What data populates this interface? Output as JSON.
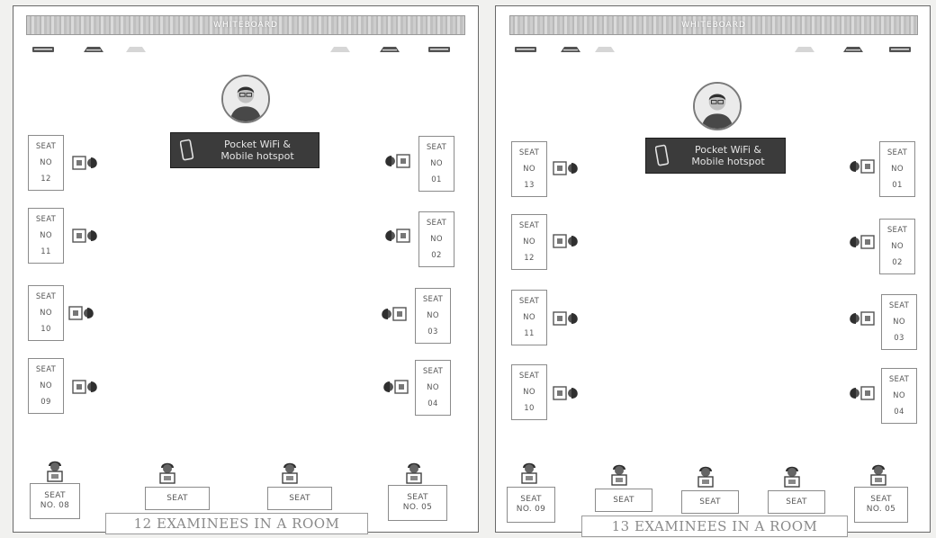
{
  "rooms": [
    {
      "board_text": "WHITEBOARD",
      "hotspot_label": "Pocket WiFi &\nMobile hotspot",
      "caption": "12 EXAMINEES IN A ROOM",
      "left_seats": [
        {
          "l1": "SEAT",
          "l2": "NO",
          "l3": "12"
        },
        {
          "l1": "SEAT",
          "l2": "NO",
          "l3": "11"
        },
        {
          "l1": "SEAT",
          "l2": "NO",
          "l3": "10"
        },
        {
          "l1": "SEAT",
          "l2": "NO",
          "l3": "09"
        }
      ],
      "right_seats": [
        {
          "l1": "SEAT",
          "l2": "NO",
          "l3": "01"
        },
        {
          "l1": "SEAT",
          "l2": "NO",
          "l3": "02"
        },
        {
          "l1": "SEAT",
          "l2": "NO",
          "l3": "03"
        },
        {
          "l1": "SEAT",
          "l2": "NO",
          "l3": "04"
        }
      ],
      "bottom_seats": [
        {
          "l1": "SEAT",
          "l2": "NO. 08"
        },
        {
          "l1": "SEAT",
          "l2": ""
        },
        {
          "l1": "SEAT",
          "l2": ""
        },
        {
          "l1": "SEAT",
          "l2": "NO. 05"
        }
      ]
    },
    {
      "board_text": "WHITEBOARD",
      "hotspot_label": "Pocket WiFi &\nMobile hotspot",
      "caption": "13 EXAMINEES IN A ROOM",
      "left_seats": [
        {
          "l1": "SEAT",
          "l2": "NO",
          "l3": "13"
        },
        {
          "l1": "SEAT",
          "l2": "NO",
          "l3": "12"
        },
        {
          "l1": "SEAT",
          "l2": "NO",
          "l3": "11"
        },
        {
          "l1": "SEAT",
          "l2": "NO",
          "l3": "10"
        }
      ],
      "right_seats": [
        {
          "l1": "SEAT",
          "l2": "NO",
          "l3": "01"
        },
        {
          "l1": "SEAT",
          "l2": "NO",
          "l3": "02"
        },
        {
          "l1": "SEAT",
          "l2": "NO",
          "l3": "03"
        },
        {
          "l1": "SEAT",
          "l2": "NO",
          "l3": "04"
        }
      ],
      "bottom_seats": [
        {
          "l1": "SEAT",
          "l2": "NO. 09"
        },
        {
          "l1": "SEAT",
          "l2": ""
        },
        {
          "l1": "SEAT",
          "l2": ""
        },
        {
          "l1": "SEAT",
          "l2": ""
        },
        {
          "l1": "SEAT",
          "l2": "NO. 05"
        }
      ]
    }
  ],
  "icons": {
    "air_conditioner": "air-conditioner-icon",
    "proctor": "proctor-avatar-icon",
    "phone": "phone-icon",
    "examinee": "examinee-at-desk-icon",
    "examinee_front": "examinee-front-icon"
  }
}
